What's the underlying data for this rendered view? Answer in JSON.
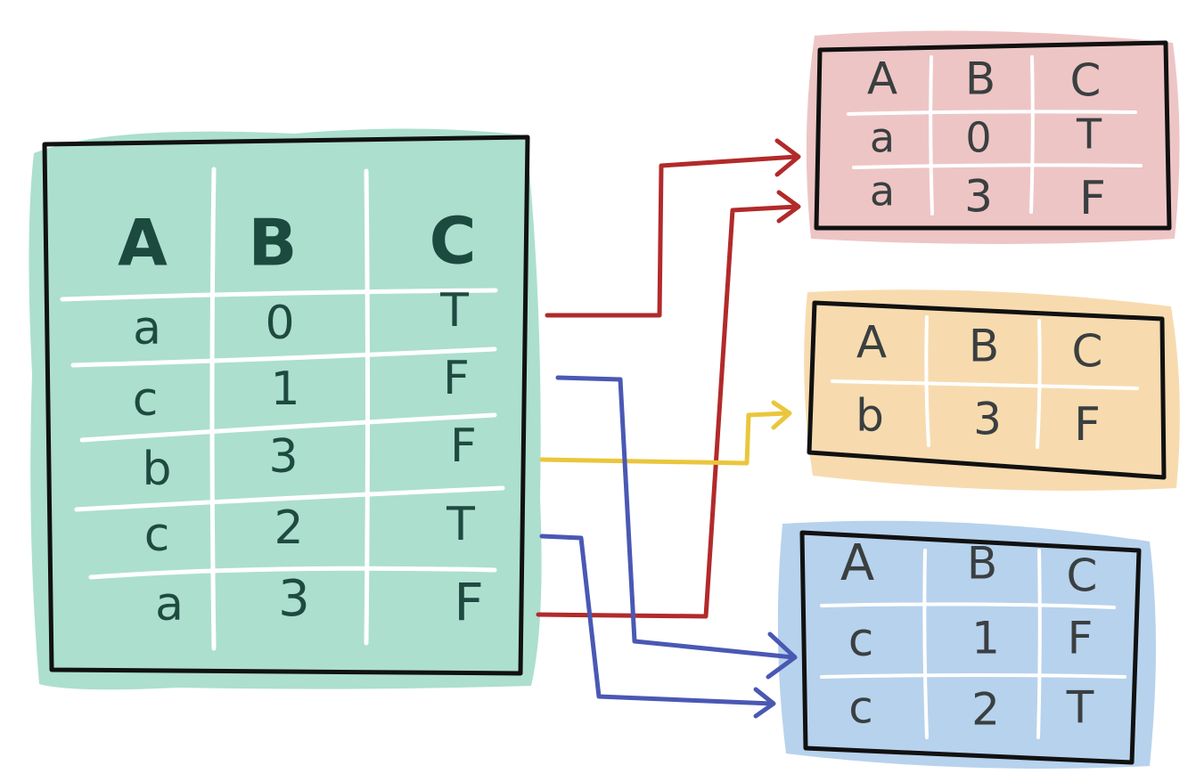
{
  "colors": {
    "source_fill": "#a3dcc9",
    "group_a_fill": "#ecbfbf",
    "group_b_fill": "#f6d7a6",
    "group_c_fill": "#b3d0ec",
    "arrow_a": "#b22a2a",
    "arrow_b": "#eac63c",
    "arrow_c": "#4a58b4",
    "outline": "#111111",
    "grid_line": "#ffffff"
  },
  "source_table": {
    "headers": [
      "A",
      "B",
      "C"
    ],
    "rows": [
      [
        "a",
        "0",
        "T"
      ],
      [
        "c",
        "1",
        "F"
      ],
      [
        "b",
        "3",
        "F"
      ],
      [
        "c",
        "2",
        "T"
      ],
      [
        "a",
        "3",
        "F"
      ]
    ]
  },
  "groups": [
    {
      "key": "a",
      "headers": [
        "A",
        "B",
        "C"
      ],
      "rows": [
        [
          "a",
          "0",
          "T"
        ],
        [
          "a",
          "3",
          "F"
        ]
      ]
    },
    {
      "key": "b",
      "headers": [
        "A",
        "B",
        "C"
      ],
      "rows": [
        [
          "b",
          "3",
          "F"
        ]
      ]
    },
    {
      "key": "c",
      "headers": [
        "A",
        "B",
        "C"
      ],
      "rows": [
        [
          "c",
          "1",
          "F"
        ],
        [
          "c",
          "2",
          "T"
        ]
      ]
    }
  ],
  "mappings": [
    {
      "source_row": 0,
      "group": 0,
      "target_row": 0
    },
    {
      "source_row": 1,
      "group": 2,
      "target_row": 0
    },
    {
      "source_row": 2,
      "group": 1,
      "target_row": 0
    },
    {
      "source_row": 3,
      "group": 2,
      "target_row": 1
    },
    {
      "source_row": 4,
      "group": 0,
      "target_row": 1
    }
  ]
}
